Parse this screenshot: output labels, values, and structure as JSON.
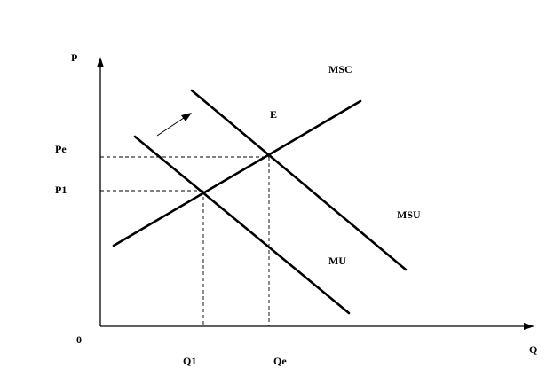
{
  "axes": {
    "y_label": "P",
    "x_label": "Q",
    "origin_label": "0"
  },
  "price_ticks": {
    "pe": "Pe",
    "p1": "P1"
  },
  "quantity_ticks": {
    "q1": "Q1",
    "qe": "Qe"
  },
  "curves": {
    "msc": "MSC",
    "msu": "MSU",
    "mu": "MU"
  },
  "points": {
    "equilibrium": "E"
  },
  "colors": {
    "ink": "#000000",
    "background": "#ffffff"
  }
}
